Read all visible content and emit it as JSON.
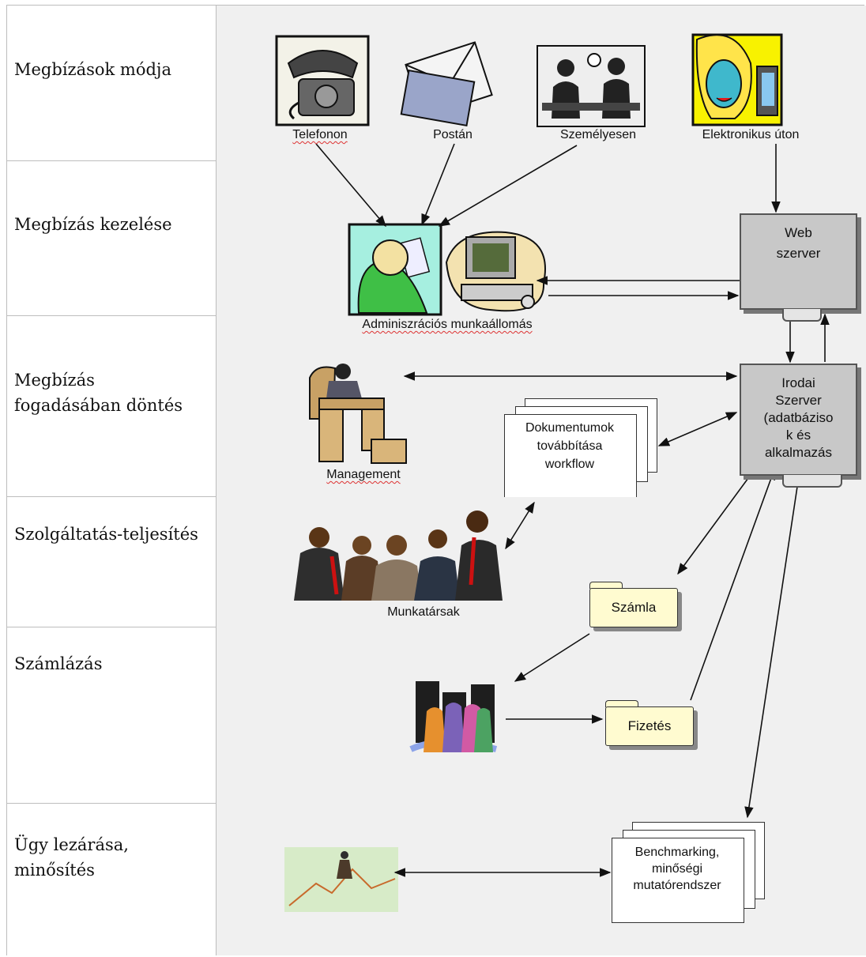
{
  "rows": [
    {
      "label": "Megbízások módja"
    },
    {
      "label": "Megbízás kezelése"
    },
    {
      "label": "Megbízás\nfogadásában döntés"
    },
    {
      "label": "Szolgáltatás-teljesítés"
    },
    {
      "label": "Számlázás"
    },
    {
      "label": "Ügy lezárása,\nminősítés"
    }
  ],
  "channels": {
    "telefon": "Telefonon",
    "posta": "Postán",
    "szemelyes": "Személyesen",
    "elektronikus": "Elektronikus úton"
  },
  "admin_label": "Adminiszrációs munkaállomás",
  "web_server": "Web\nszerver",
  "irodai_server": "Irodai\nSzerver\n(adatbáziso\nk és\nalkalmazás",
  "management_label": "Management",
  "docs_label": "Dokumentumok\ntovábbítása\nworkflow",
  "munkatarsak_label": "Munkatársak",
  "szamla_label": "Számla",
  "fizetes_label": "Fizetés",
  "benchmark_label": "Benchmarking,\nminőségi\nmutatórendszer",
  "icons": [
    "telephone-icon",
    "envelope-icon",
    "meeting-icon",
    "woman-computer-icon",
    "admin-clerk-icon",
    "computer-icon",
    "manager-desk-icon",
    "team-people-icon",
    "city-people-icon",
    "businessman-chart-icon"
  ],
  "colors": {
    "panel": "#f0f0f0",
    "server": "#c8c8c8",
    "folder": "#fffbd0",
    "border": "#333333"
  }
}
